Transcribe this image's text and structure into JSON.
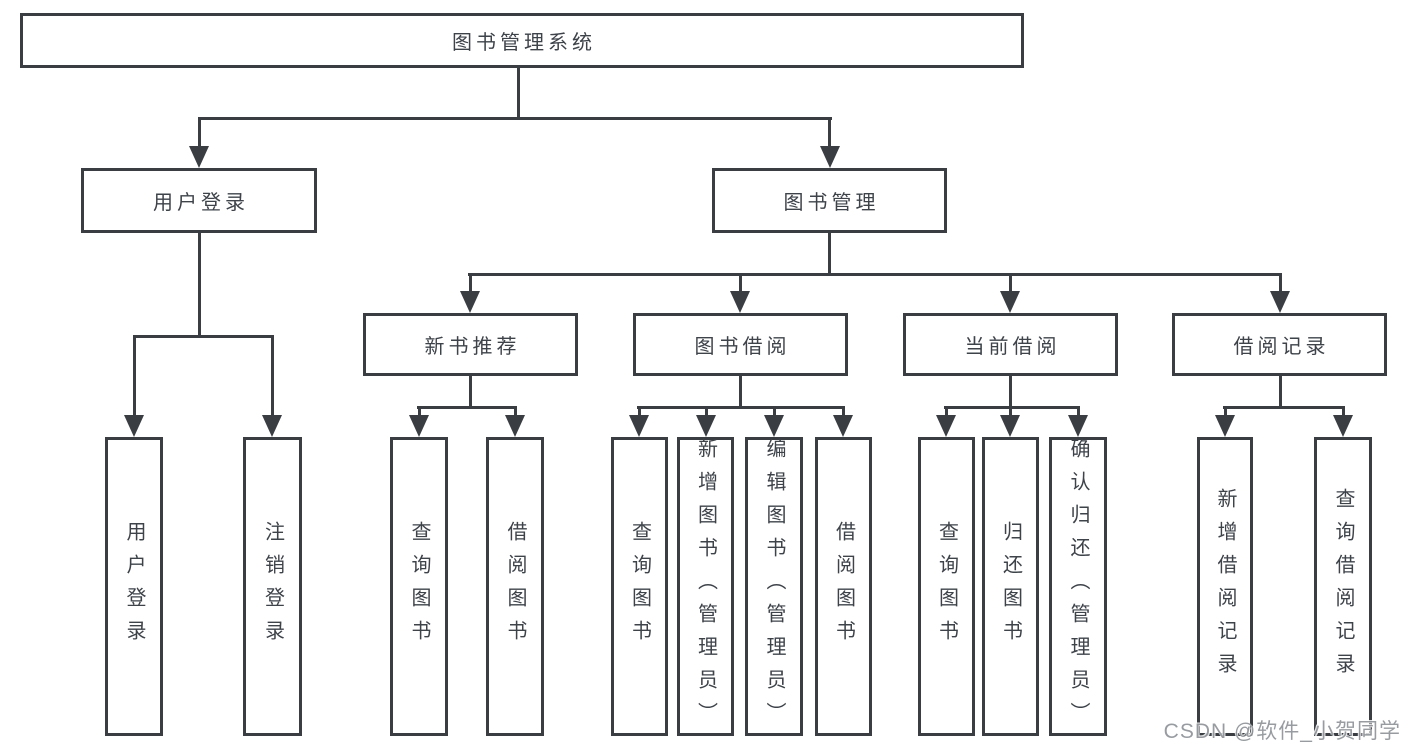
{
  "tree": {
    "root": "图书管理系统",
    "branches": [
      {
        "label": "用户登录",
        "children": [
          "用户登录",
          "注销登录"
        ]
      },
      {
        "label": "图书管理",
        "groups": [
          {
            "label": "新书推荐",
            "children": [
              "查询图书",
              "借阅图书"
            ]
          },
          {
            "label": "图书借阅",
            "children": [
              "查询图书",
              "新增图书（管理员）",
              "编辑图书（管理员）",
              "借阅图书"
            ]
          },
          {
            "label": "当前借阅",
            "children": [
              "查询图书",
              "归还图书",
              "确认归还（管理员）"
            ]
          },
          {
            "label": "借阅记录",
            "children": [
              "新增借阅记录",
              "查询借阅记录"
            ]
          }
        ]
      }
    ]
  },
  "watermark": {
    "text": "CSDN @软件_小贺同学"
  },
  "colors": {
    "line": "#3a3e43",
    "text": "#3e434a",
    "watermark": "#92979c",
    "background": "#ffffff"
  }
}
